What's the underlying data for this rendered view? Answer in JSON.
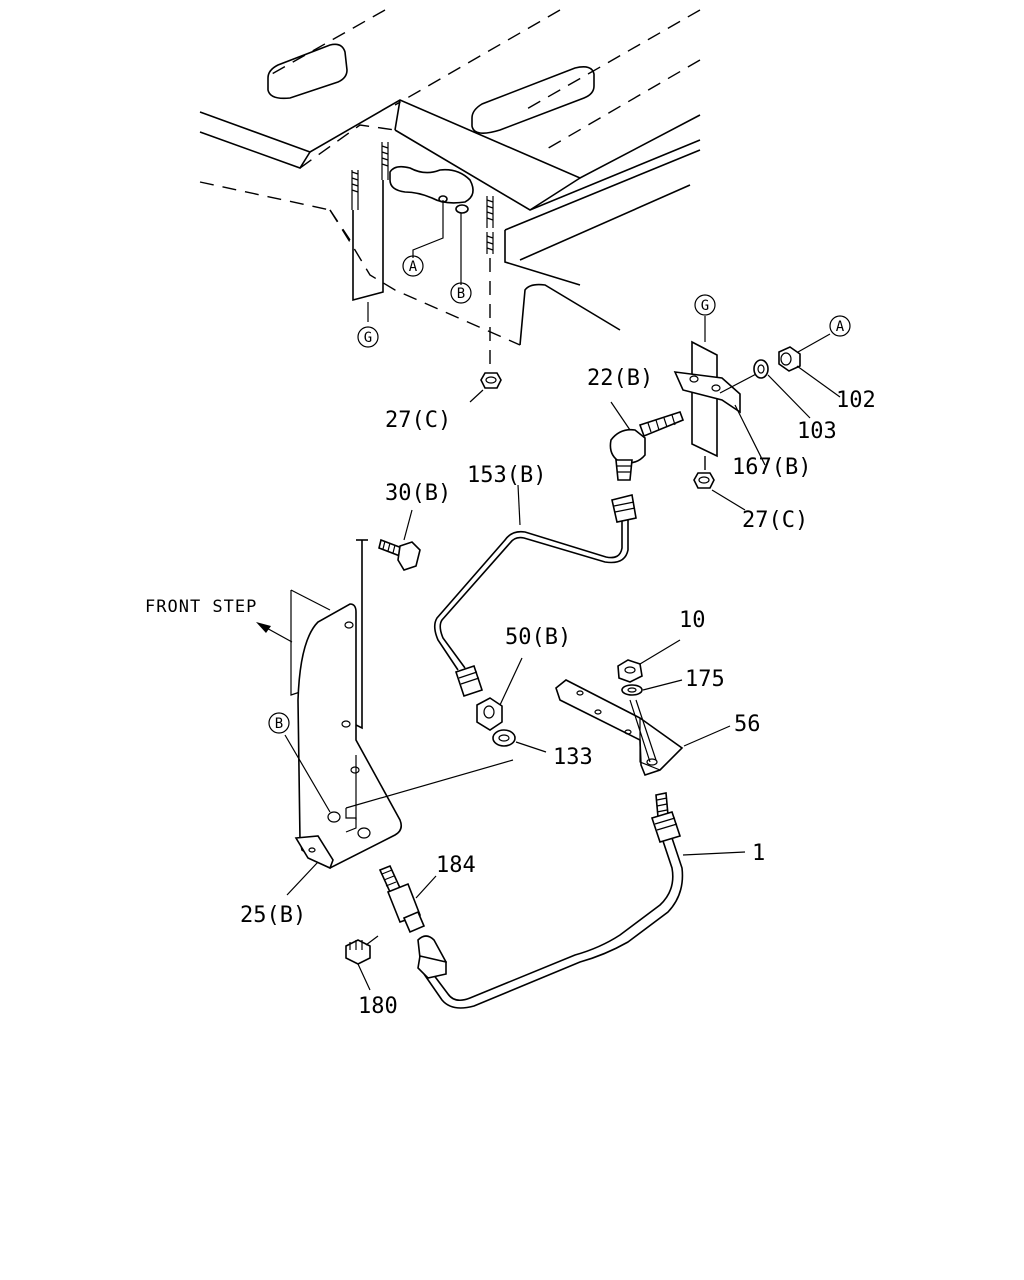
{
  "labels": {
    "p27c_top": "27(C)",
    "p27c_bot": "27(C)",
    "p22b": "22(B)",
    "p102": "102",
    "p103": "103",
    "p167b": "167(B)",
    "p153b": "153(B)",
    "p30b": "30(B)",
    "p50b": "50(B)",
    "p10": "10",
    "p175": "175",
    "p56": "56",
    "p133": "133",
    "p1": "1",
    "p184": "184",
    "p25b": "25(B)",
    "p180": "180",
    "front_step": "FRONT STEP"
  },
  "refs": {
    "a_top": "A",
    "b_top": "B",
    "g_top": "G",
    "g_right": "G",
    "a_right": "A",
    "b_left": "B"
  }
}
